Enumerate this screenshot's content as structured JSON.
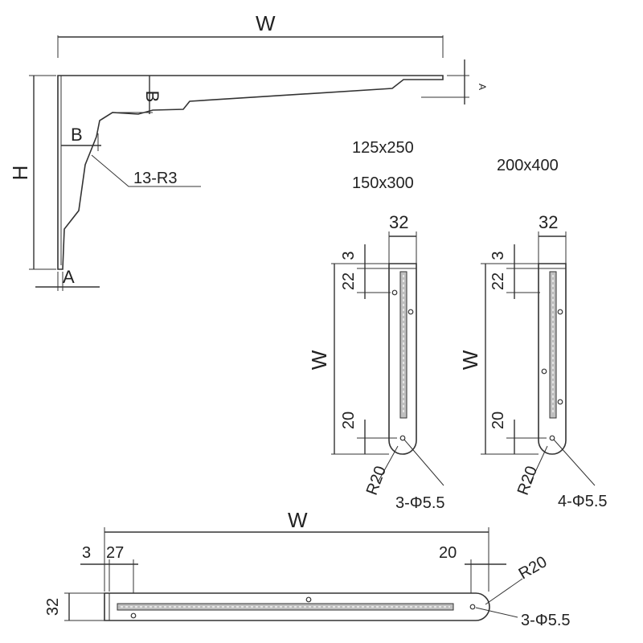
{
  "side_view": {
    "label_w": "W",
    "label_h": "H",
    "label_a_bottom": "A",
    "label_a_right": "A",
    "label_b_left": "B",
    "label_b_top": "B",
    "label_radius": "13-R3"
  },
  "sizes": {
    "small_1": "125x250",
    "small_2": "150x300",
    "large": "200x400"
  },
  "front_small": {
    "width": "32",
    "offset_top": "3",
    "offset_first": "22",
    "label_w": "W",
    "offset_bottom": "20",
    "radius": "R20",
    "holes": "3-Φ5.5"
  },
  "front_large": {
    "width": "32",
    "offset_top": "3",
    "offset_first": "22",
    "label_w": "W",
    "offset_bottom": "20",
    "radius": "R20",
    "holes": "4-Φ5.5"
  },
  "top_view": {
    "label_w": "W",
    "offset_3": "3",
    "offset_27": "27",
    "offset_20": "20",
    "radius": "R20",
    "height": "32",
    "holes": "3-Φ5.5"
  }
}
